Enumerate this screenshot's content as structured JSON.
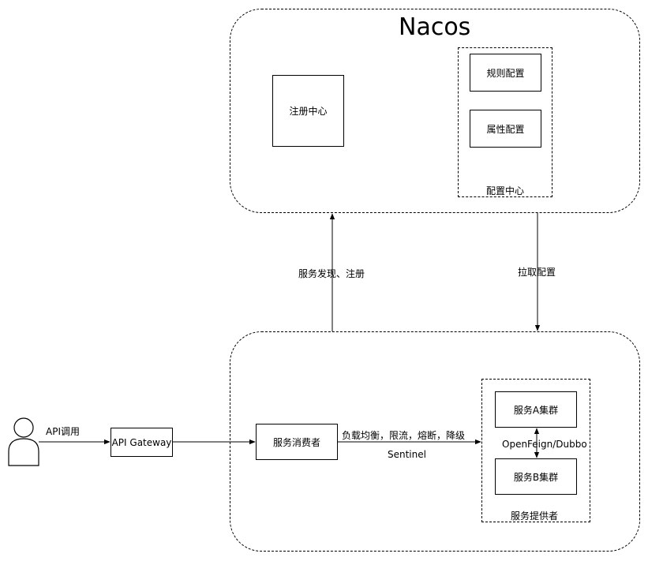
{
  "nacos": {
    "title": "Nacos",
    "registry": "注册中心",
    "config_center": {
      "label": "配置中心",
      "items": [
        "规则配置",
        "属性配置"
      ]
    }
  },
  "arrows": {
    "discovery": "服务发现、注册",
    "pull_config": "拉取配置",
    "api_call": "API调用",
    "load_balance": "负载均衡，限流，熔断，降级",
    "sentinel": "Sentinel",
    "rpc": "OpenFeign/Dubbo"
  },
  "client": {
    "gateway": "API Gateway"
  },
  "services": {
    "consumer": "服务消费者",
    "provider_group": "服务提供者",
    "cluster_a": "服务A集群",
    "cluster_b": "服务B集群"
  }
}
